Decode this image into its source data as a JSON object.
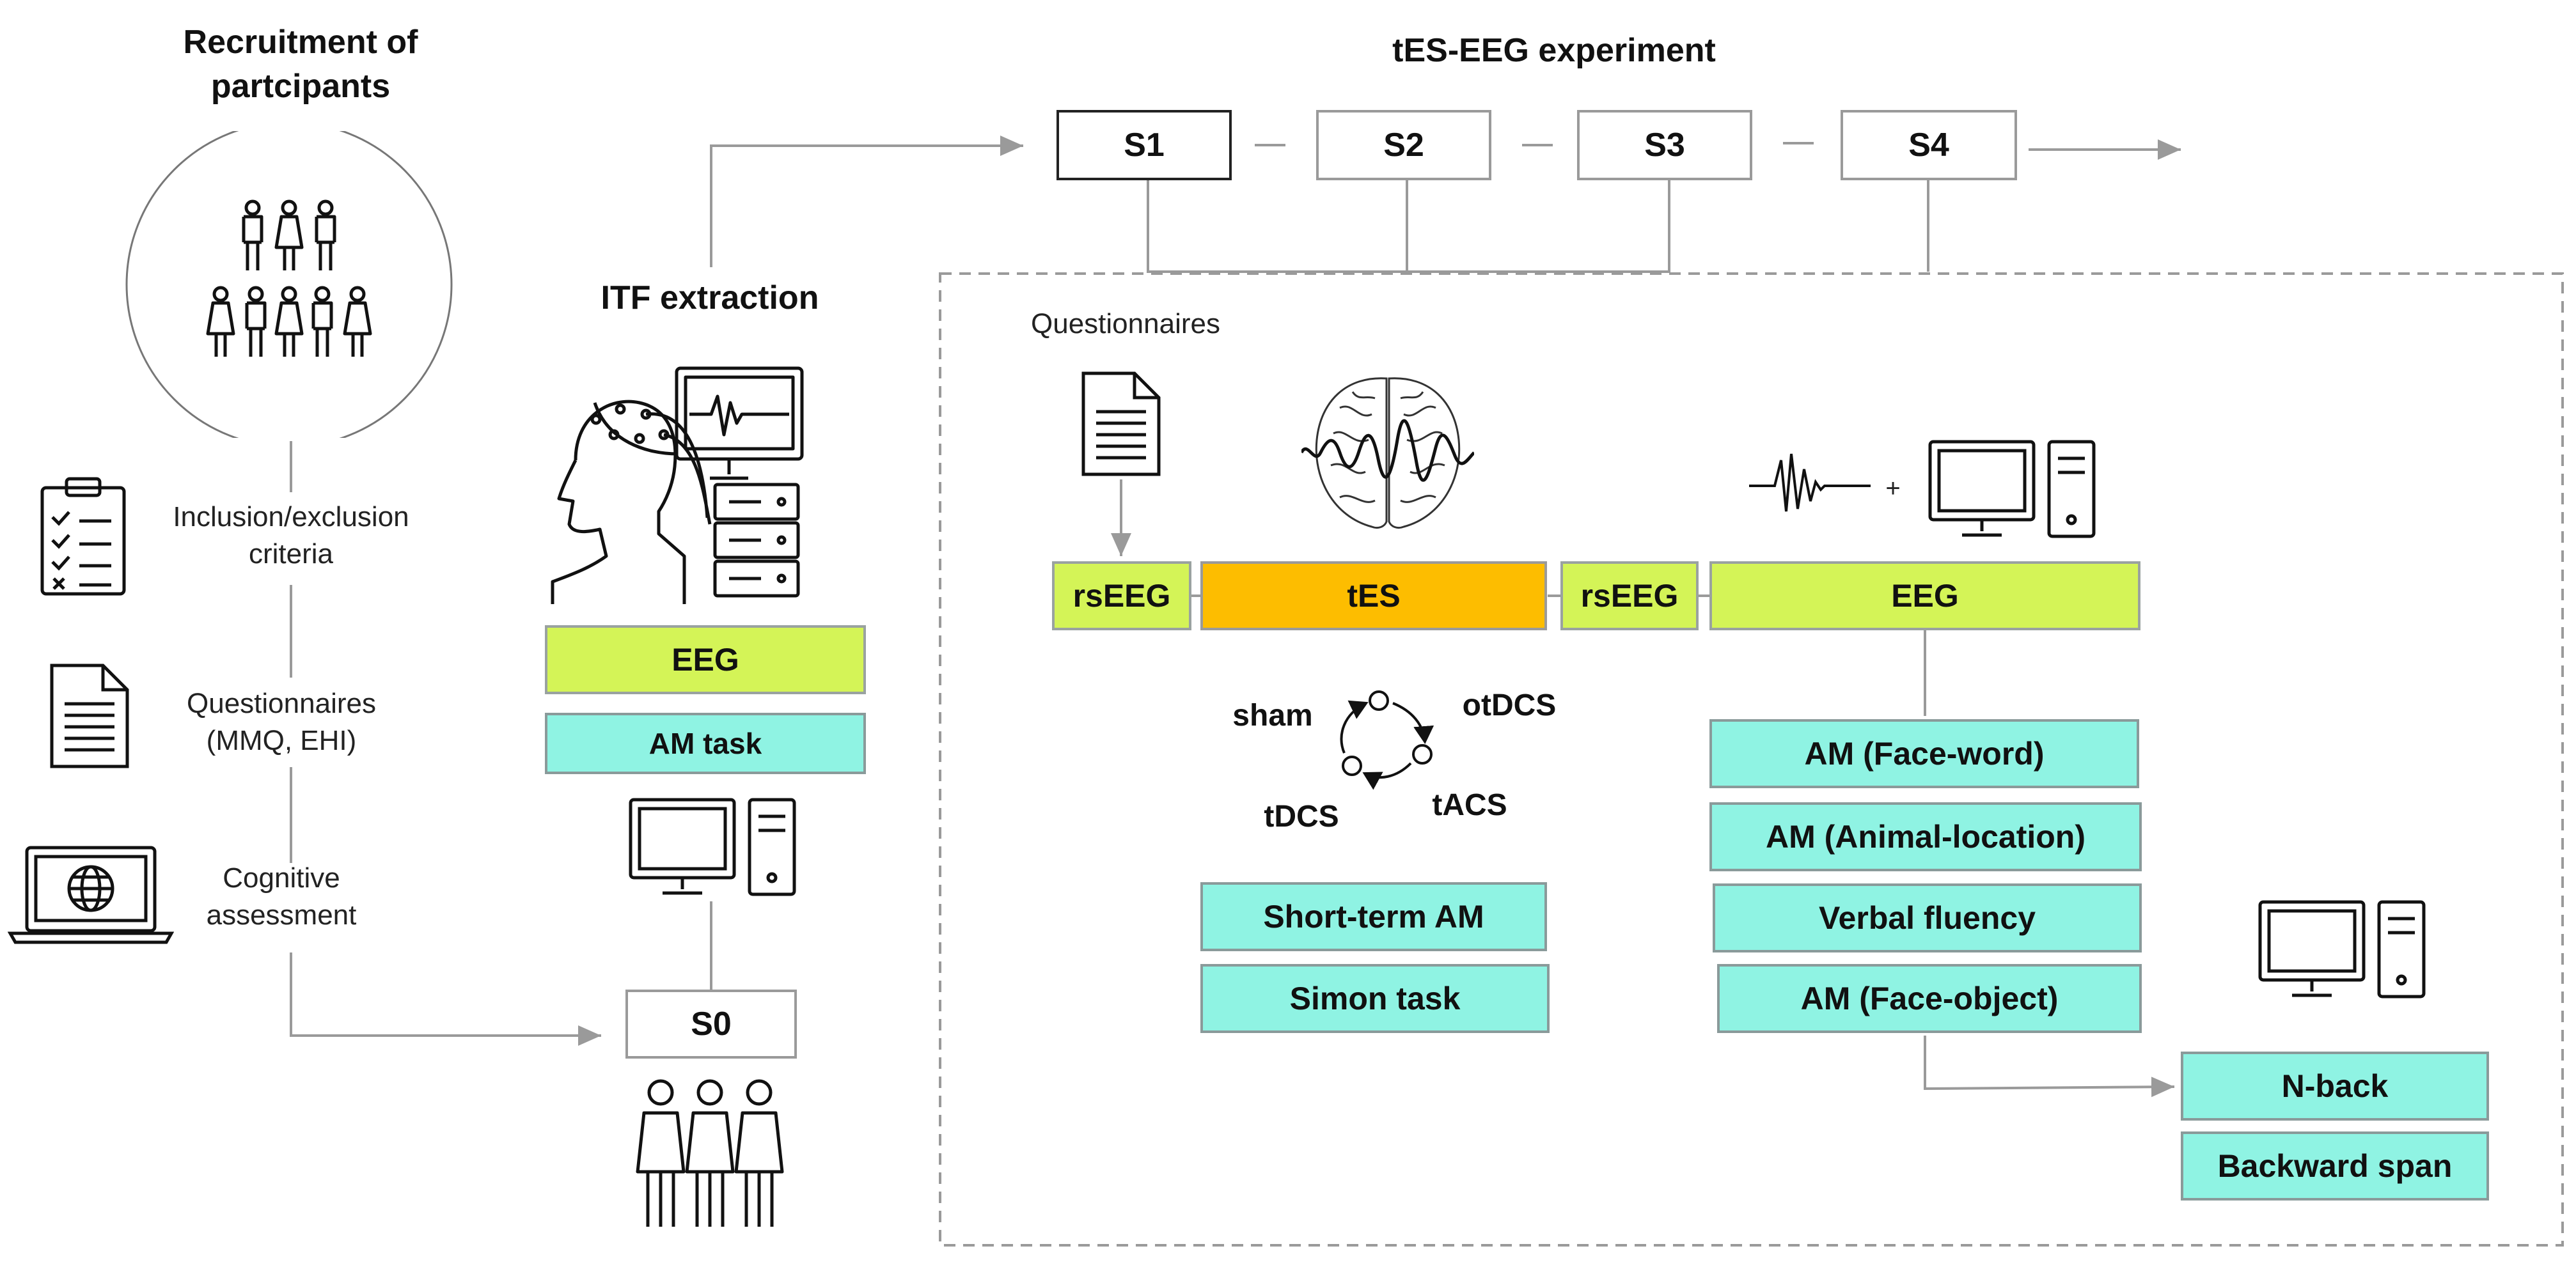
{
  "recruitment": {
    "title_line1": "Recruitment of",
    "title_line2": "partcipants",
    "criteria_line1": "Inclusion/exclusion",
    "criteria_line2": "criteria",
    "questionnaires_line1": "Questionnaires",
    "questionnaires_line2": "(MMQ, EHI)",
    "cognitive_line1": "Cognitive",
    "cognitive_line2": "assessment"
  },
  "itf": {
    "title": "ITF extraction",
    "eeg_label": "EEG",
    "am_task_label": "AM task",
    "session_label": "S0"
  },
  "experiment": {
    "title": "tES-EEG experiment",
    "sessions": [
      "S1",
      "S2",
      "S3",
      "S4"
    ],
    "questionnaires_label": "Questionnaires",
    "timeline": {
      "rseeg_pre": "rsEEG",
      "tes": "tES",
      "rseeg_post": "rsEEG",
      "eeg": "EEG"
    },
    "plus_sign": "+",
    "stim_conditions": {
      "sham": "sham",
      "otdcs": "otDCS",
      "tdcs": "tDCS",
      "tacs": "tACS"
    },
    "stim_tasks": [
      "Short-term AM",
      "Simon task"
    ],
    "eeg_tasks": [
      "AM (Face-word)",
      "AM (Animal-location)",
      "Verbal fluency",
      "AM (Face-object)"
    ],
    "post_tasks": [
      "N-back",
      "Backward span"
    ]
  },
  "icons": {
    "participants_group": "people-group-icon",
    "clipboard": "checklist-clipboard-icon",
    "document": "document-icon",
    "laptop": "laptop-globe-icon",
    "eeg_setup": "person-eeg-cap-computer-icon",
    "computer": "desktop-computer-icon",
    "brain": "brain-waves-icon",
    "waveform": "eeg-waveform-icon",
    "cycle": "cycle-arrows-icon",
    "three_people": "three-people-icon"
  },
  "colors": {
    "eeg_green": "#d4f457",
    "task_cyan": "#8ff3e3",
    "tes_orange": "#fdbd00",
    "line_gray": "#9a9a9a"
  }
}
